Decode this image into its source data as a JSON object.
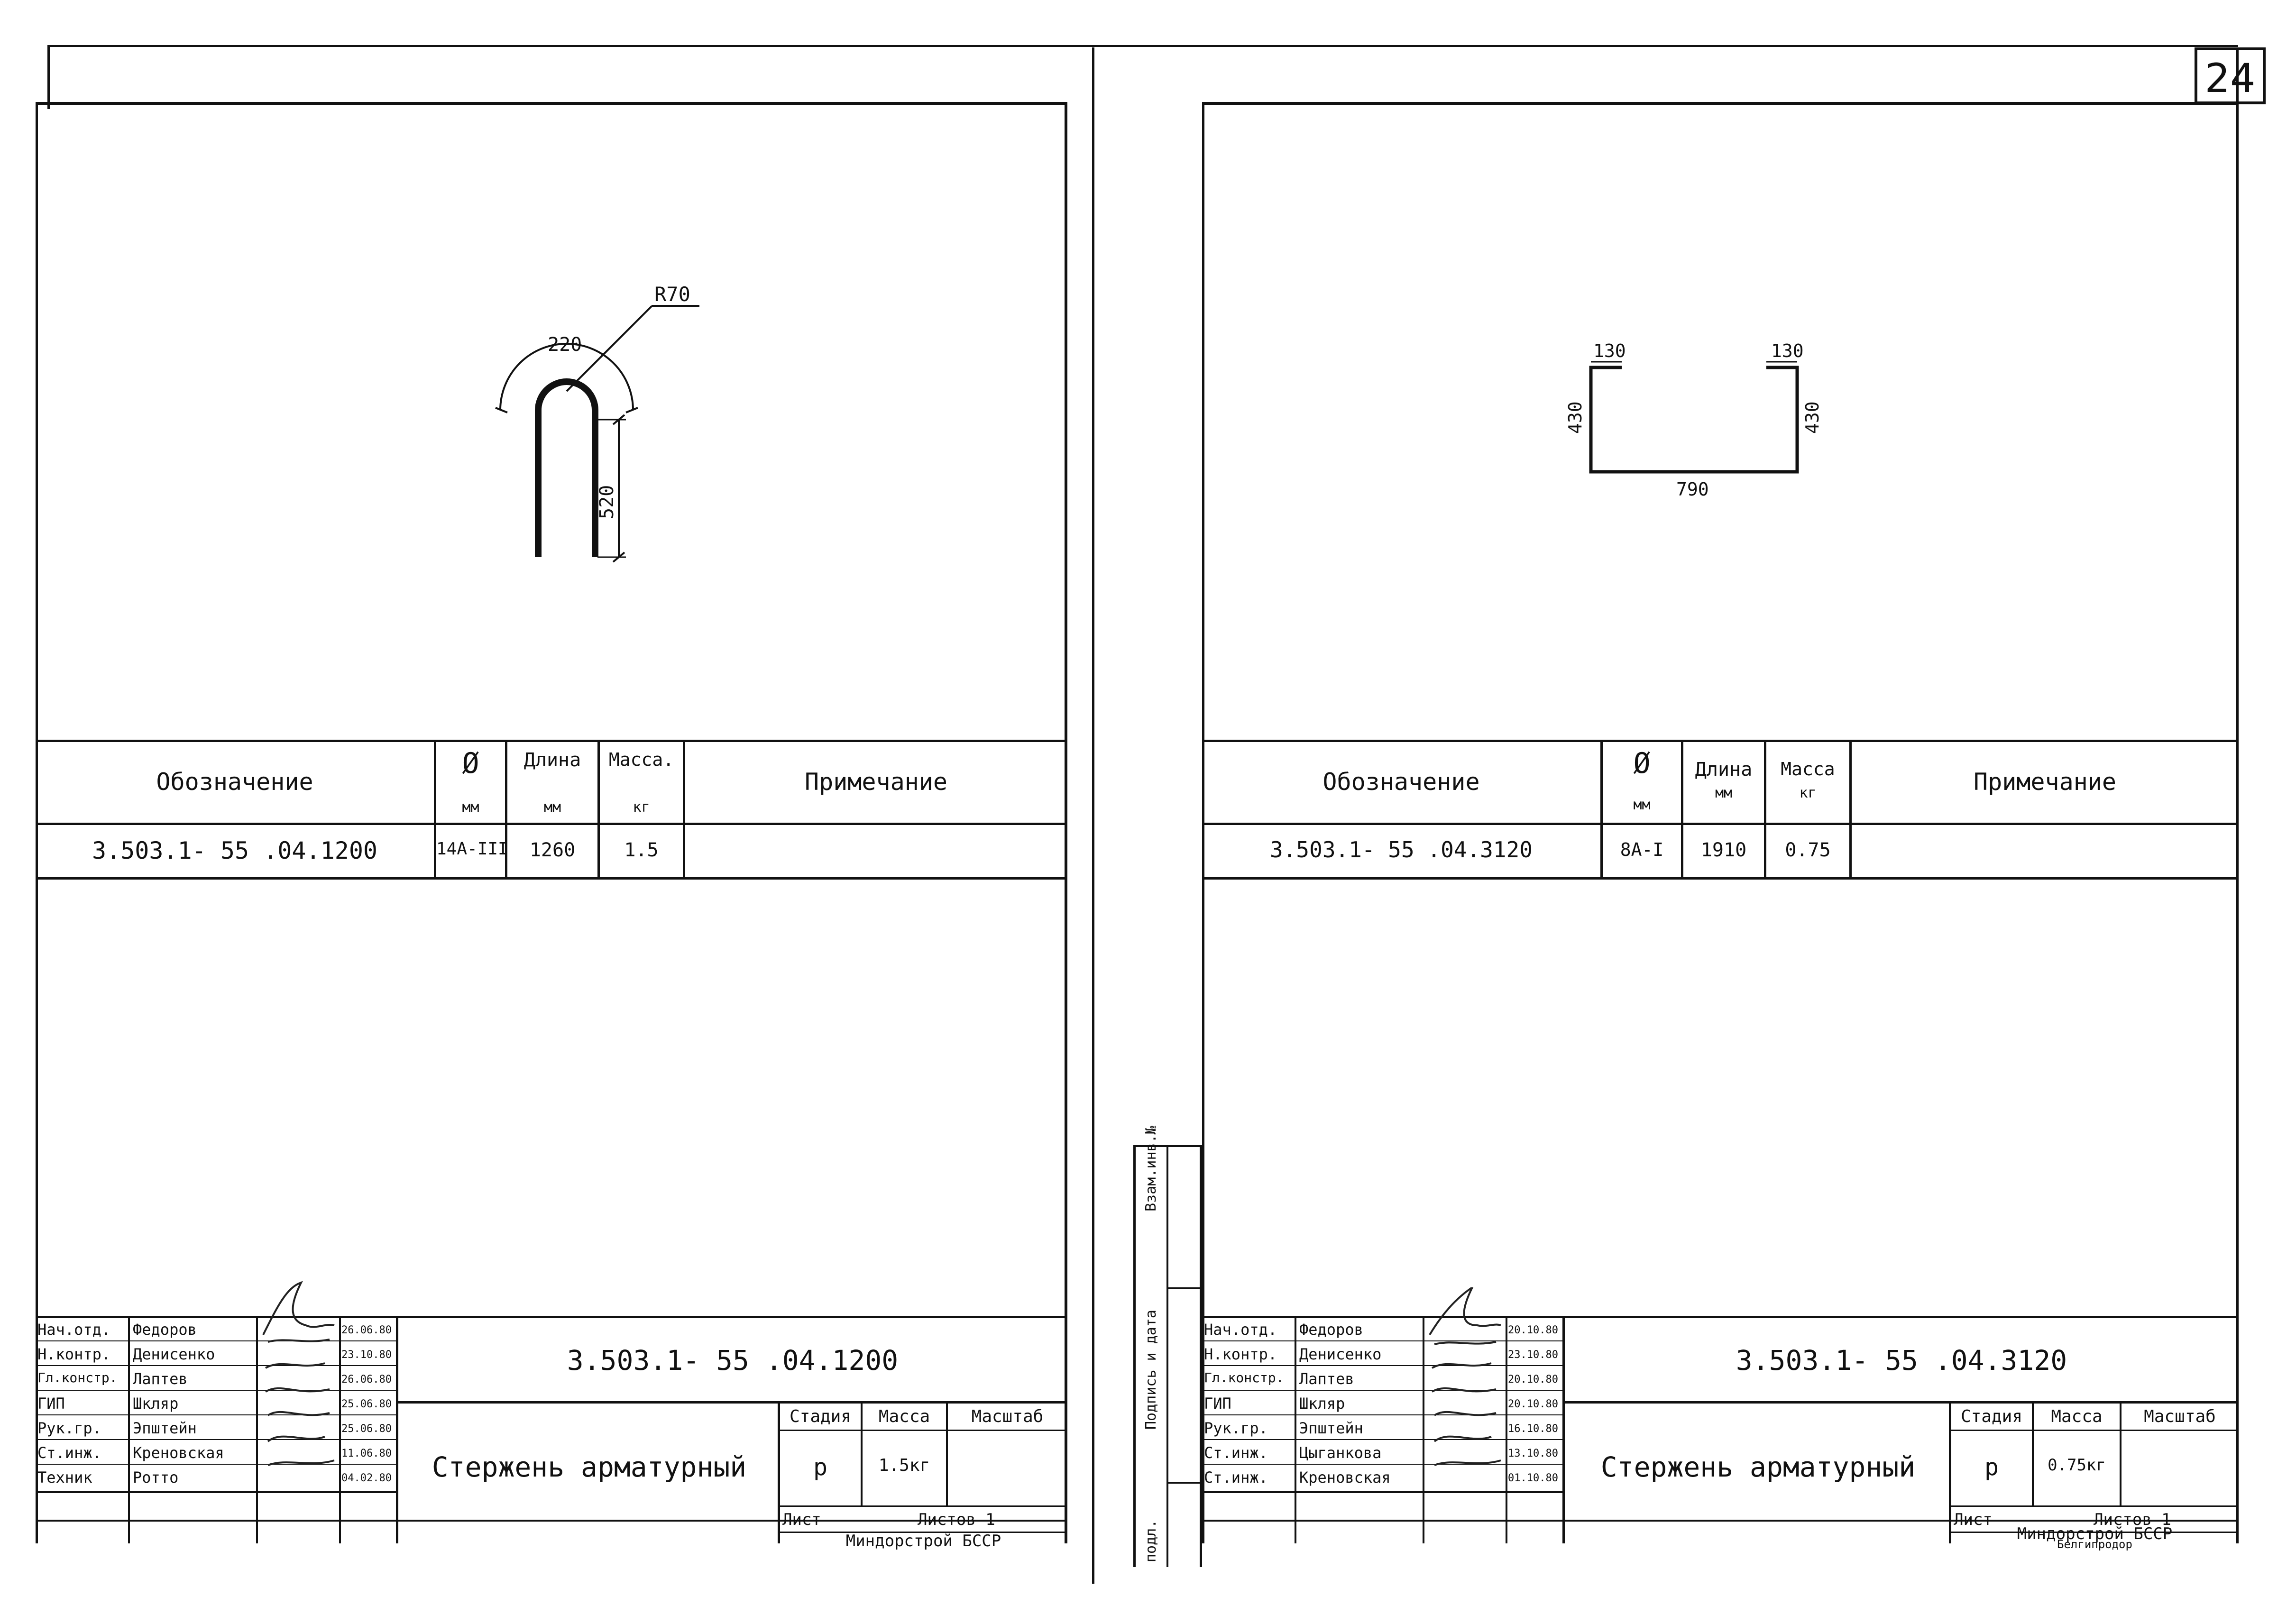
{
  "page_number": "24",
  "sheets": [
    {
      "drawing": {
        "dim_radius": "R70",
        "dim_width": "220",
        "dim_leg": "520"
      },
      "spec_table": {
        "headers": {
          "designation": "Обозначение",
          "diameter_symbol": "Ø",
          "diameter_unit": "мм",
          "length": "Длина",
          "length_unit": "мм",
          "mass": "Масса.",
          "mass_unit": "кг",
          "note": "Примечание"
        },
        "row": {
          "designation": "3.503.1- 55 .04.1200",
          "diameter": "14А-III",
          "length": "1260",
          "mass": "1.5",
          "note": ""
        }
      },
      "title_block": {
        "staff": [
          {
            "role": "Нач.отд.",
            "name": "Федоров",
            "date": "26.06.80"
          },
          {
            "role": "Н.контр.",
            "name": "Денисенко",
            "date": "23.10.80"
          },
          {
            "role": "Гл.констр.",
            "name": "Лаптев",
            "date": "26.06.80"
          },
          {
            "role": "ГИП",
            "name": "Шкляр",
            "date": "25.06.80"
          },
          {
            "role": "Рук.гр.",
            "name": "Эпштейн",
            "date": "25.06.80"
          },
          {
            "role": "Ст.инж.",
            "name": "Креновская",
            "date": "11.06.80"
          },
          {
            "role": "Техник",
            "name": "Ротто",
            "date": "04.02.80"
          }
        ],
        "doc_code": "3.503.1- 55 .04.1200",
        "title": "Стержень арматурный",
        "stage_label": "Стадия",
        "mass_label": "Масса",
        "scale_label": "Масштаб",
        "stage": "р",
        "mass": "1.5кг",
        "scale": "",
        "sheet_label": "Лист",
        "sheets_label": "Листов 1",
        "org": "Миндорстрой БССР"
      }
    },
    {
      "drawing": {
        "dim_hook_left": "130",
        "dim_hook_right": "130",
        "dim_height_left": "430",
        "dim_height_right": "430",
        "dim_bottom": "790"
      },
      "spec_table": {
        "headers": {
          "designation": "Обозначение",
          "diameter_symbol": "Ø",
          "diameter_unit": "мм",
          "length": "Длина",
          "length_unit": "мм",
          "mass": "Масса",
          "mass_unit": "кг",
          "note": "Примечание"
        },
        "row": {
          "designation": "3.503.1- 55 .04.3120",
          "diameter": "8А-I",
          "length": "1910",
          "mass": "0.75",
          "note": ""
        }
      },
      "title_block": {
        "staff": [
          {
            "role": "Нач.отд.",
            "name": "Федоров",
            "date": "20.10.80"
          },
          {
            "role": "Н.контр.",
            "name": "Денисенко",
            "date": "23.10.80"
          },
          {
            "role": "Гл.констр.",
            "name": "Лаптев",
            "date": "20.10.80"
          },
          {
            "role": "ГИП",
            "name": "Шкляр",
            "date": "20.10.80"
          },
          {
            "role": "Рук.гр.",
            "name": "Эпштейн",
            "date": "16.10.80"
          },
          {
            "role": "Ст.инж.",
            "name": "Цыганкова",
            "date": "13.10.80"
          },
          {
            "role": "Ст.инж.",
            "name": "Креновская",
            "date": "01.10.80"
          }
        ],
        "doc_code": "3.503.1- 55 .04.3120",
        "title": "Стержень арматурный",
        "stage_label": "Стадия",
        "mass_label": "Масса",
        "scale_label": "Масштаб",
        "stage": "р",
        "mass": "0.75кг",
        "scale": "",
        "sheet_label": "Лист",
        "sheets_label": "Листов 1",
        "org": "Миндорстрой БССР",
        "org2": "Белгипродор"
      }
    }
  ],
  "side_stamp": {
    "inv": "Взам.инв.№",
    "sign_date": "Подпись и дата",
    "podl": "подл."
  }
}
